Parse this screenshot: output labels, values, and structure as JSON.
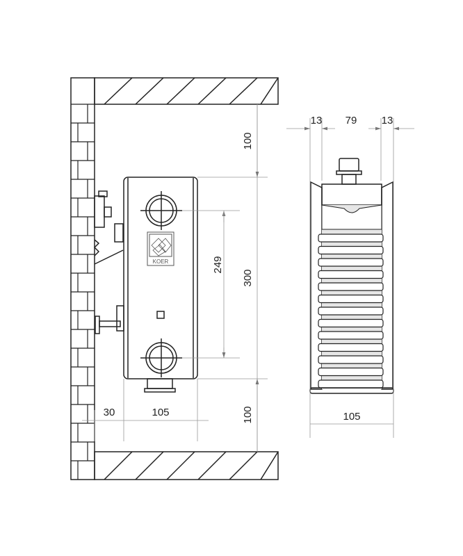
{
  "title": "Radiator installation dimensions drawing",
  "logo_text": "KOER",
  "side_view": {
    "ceiling_clearance": "100",
    "height": "300",
    "axis_distance": "249",
    "floor_clearance": "100",
    "wall_gap": "30",
    "depth": "105"
  },
  "section_view": {
    "left_margin": "13",
    "core_width": "79",
    "right_margin": "13",
    "total_width": "105"
  },
  "colors": {
    "line": "#222222",
    "fill": "#e6e6e6",
    "dim_line": "#999999"
  }
}
